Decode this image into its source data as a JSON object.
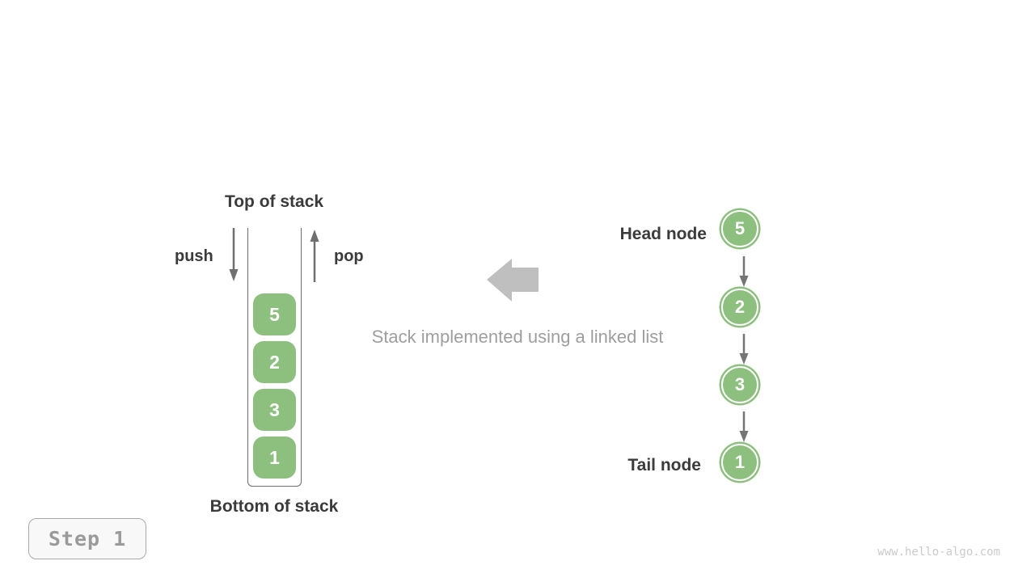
{
  "stack_diagram": {
    "top_label": "Top of stack",
    "bottom_label": "Bottom of stack",
    "push_label": "push",
    "pop_label": "pop",
    "items": [
      "5",
      "2",
      "3",
      "1"
    ]
  },
  "caption": {
    "text": "Stack implemented using a linked list"
  },
  "linked_list": {
    "head_label": "Head node",
    "tail_label": "Tail node",
    "nodes": [
      "5",
      "2",
      "3",
      "1"
    ]
  },
  "step_badge": {
    "label": "Step 1"
  },
  "watermark": {
    "text": "www.hello-algo.com"
  },
  "colors": {
    "node_green": "#8dc07f",
    "small_arrow_gray": "#6f6f6f",
    "link_arrow_gray": "#757575",
    "big_arrow_gray": "#bfbfbf",
    "caption_gray": "#9e9e9e",
    "label_dark": "#3b3b3b",
    "badge_text_gray": "#9a9a9a",
    "watermark_gray": "#cbcbcb"
  }
}
